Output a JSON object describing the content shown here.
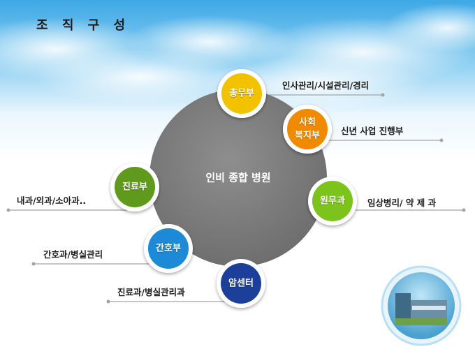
{
  "title": "조 직 구 성",
  "center": {
    "label": "인비 종합 병원"
  },
  "departments": [
    {
      "key": "chongmu",
      "label": "총무부",
      "desc": "인사관리/시설관리/경리",
      "color": "#f2c100"
    },
    {
      "key": "sahoe",
      "label_line1": "사회",
      "label_line2": "복지부",
      "desc": "신년 사업 진행부",
      "color": "#f08a00"
    },
    {
      "key": "wonmu",
      "label": "원무과",
      "desc": "임상병리/ 약 제 과",
      "color": "#7cc41a"
    },
    {
      "key": "amcenter",
      "label": "암센터",
      "desc": "진료과/병실관리과",
      "color": "#1c3f99"
    },
    {
      "key": "ganho",
      "label": "간호부",
      "desc": "간호과/병실관리",
      "color": "#1a8ad6"
    },
    {
      "key": "jinryo",
      "label": "진료부",
      "desc": "내과/외과/소아과..",
      "color": "#5e9a1c"
    }
  ],
  "colors": {
    "hub": "#7d7d7d",
    "line": "#9a9a9a",
    "sky_top": "#4fb3e8",
    "sky_bottom": "#ffffff"
  }
}
